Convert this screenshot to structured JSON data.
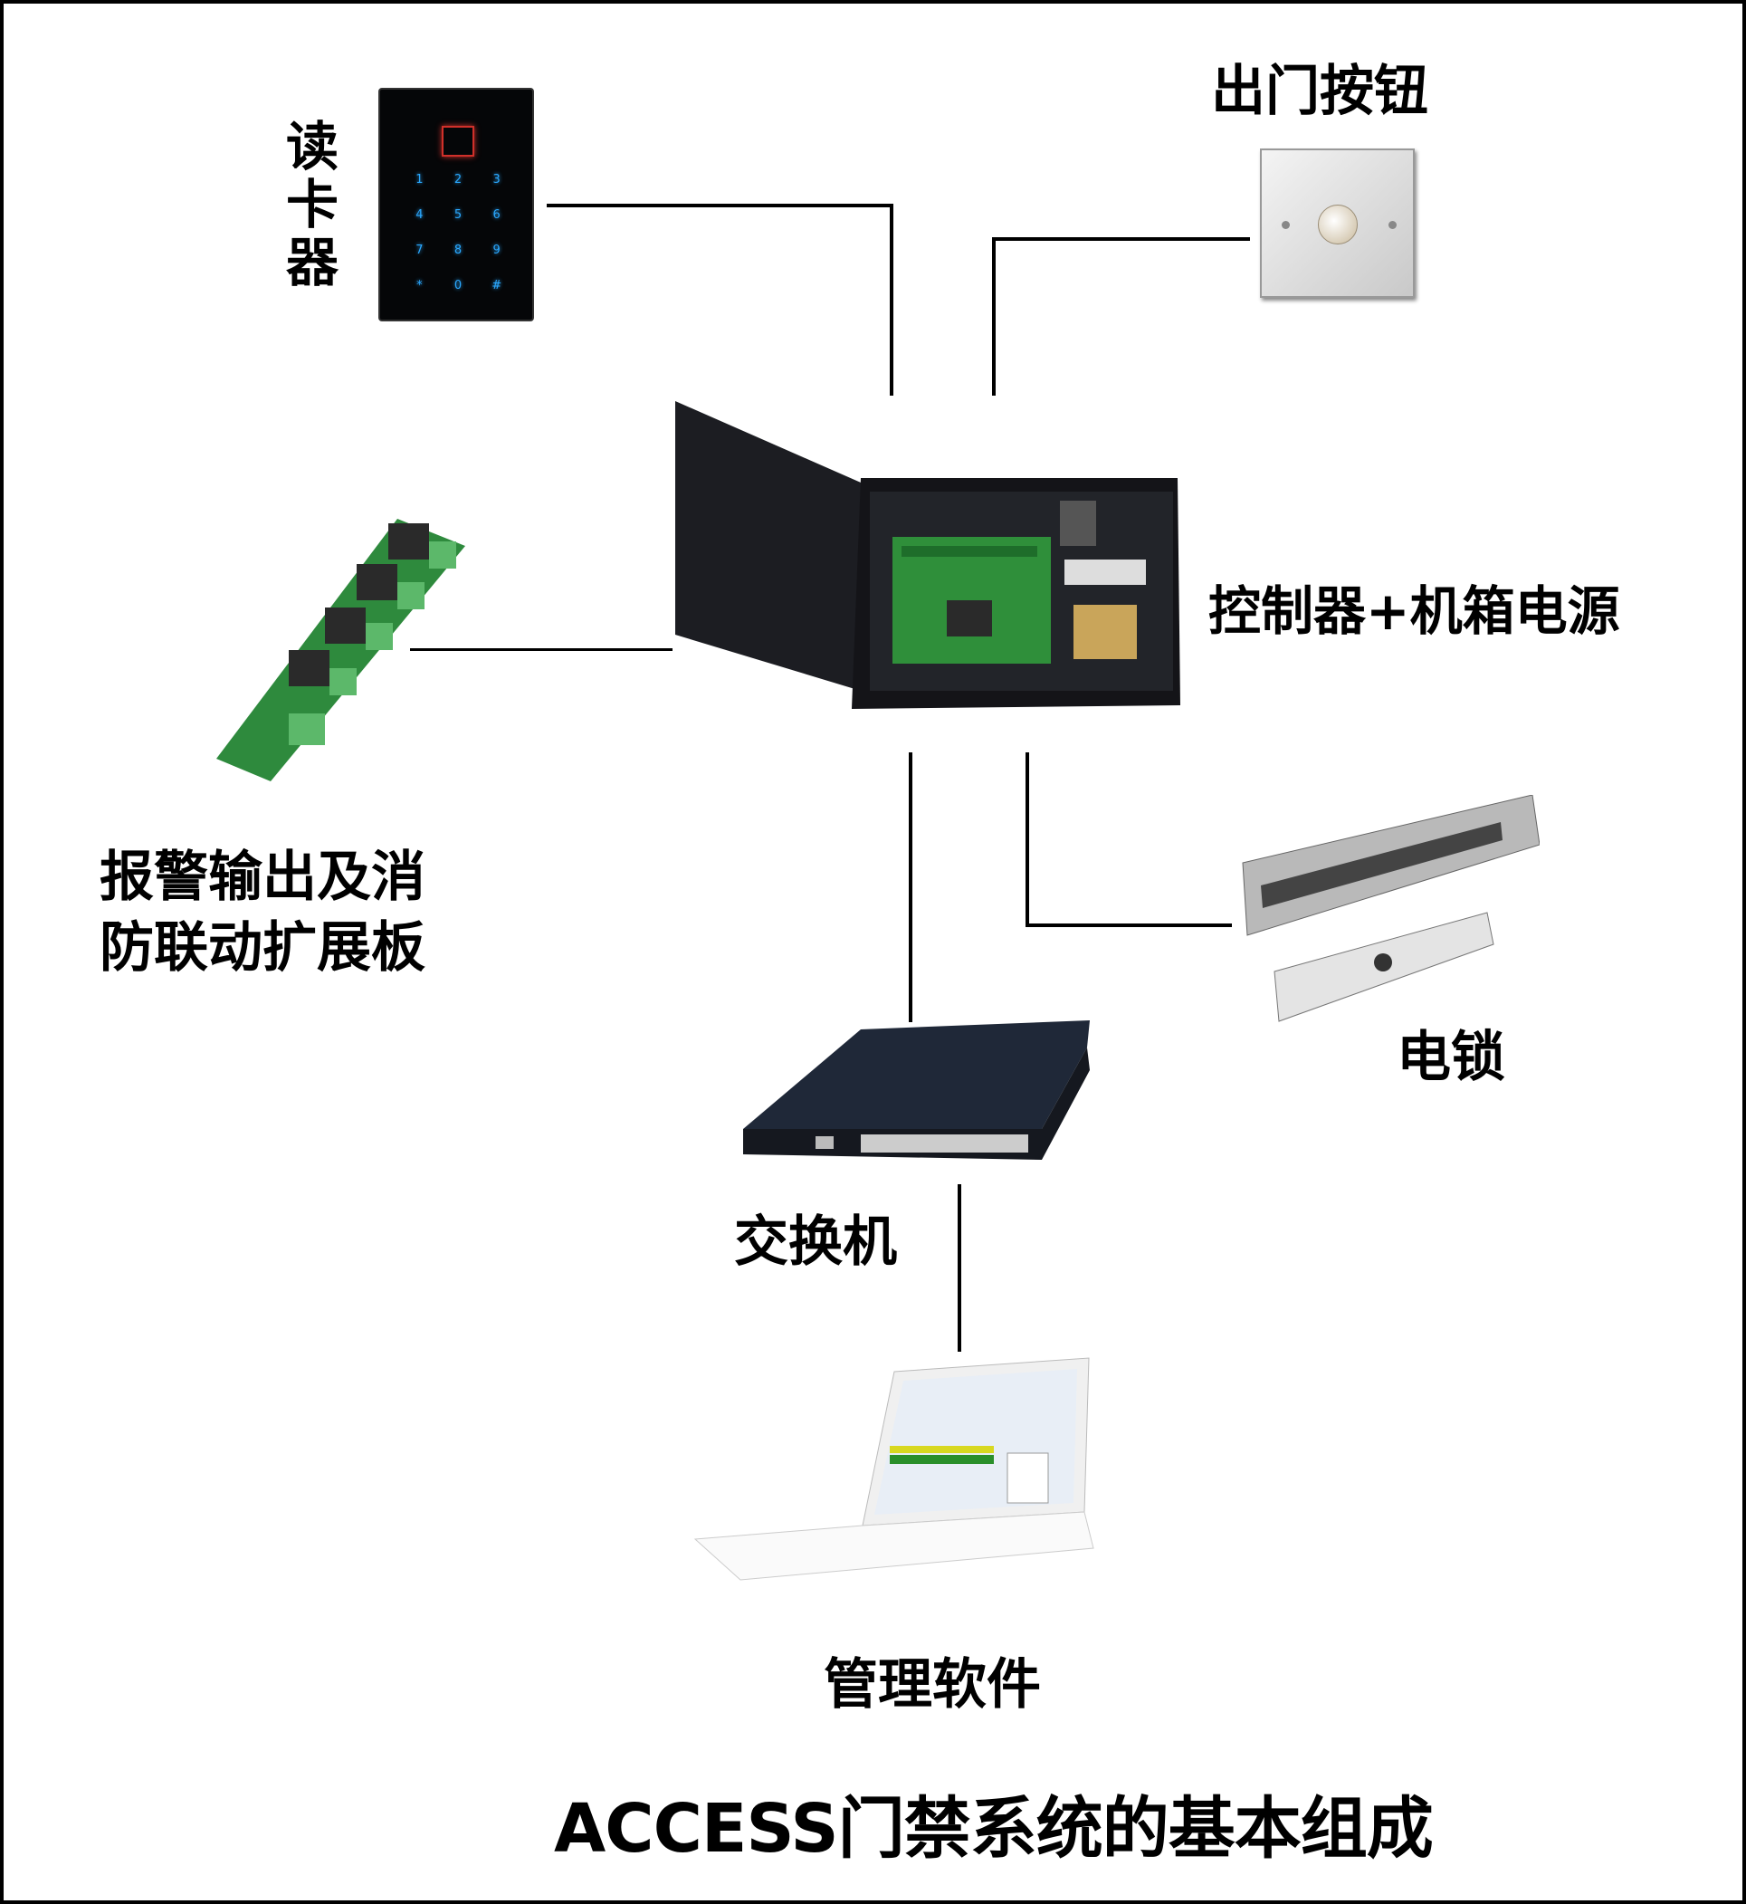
{
  "labels": {
    "card_reader": "读卡器",
    "exit_button": "出门按钮",
    "controller": "控制器+机箱电源",
    "expansion_board_line1": "报警输出及消",
    "expansion_board_line2": "防联动扩展板",
    "electric_lock": "电锁",
    "switch": "交换机",
    "software": "管理软件"
  },
  "title": "ACCESS门禁系统的基本组成",
  "keypad": [
    "1",
    "2",
    "3",
    "4",
    "5",
    "6",
    "7",
    "8",
    "9",
    "*",
    "0",
    "#"
  ],
  "colors": {
    "keypad_glow": "#2aa8ff",
    "reader_logo": "#d0302a",
    "line": "#000000"
  }
}
